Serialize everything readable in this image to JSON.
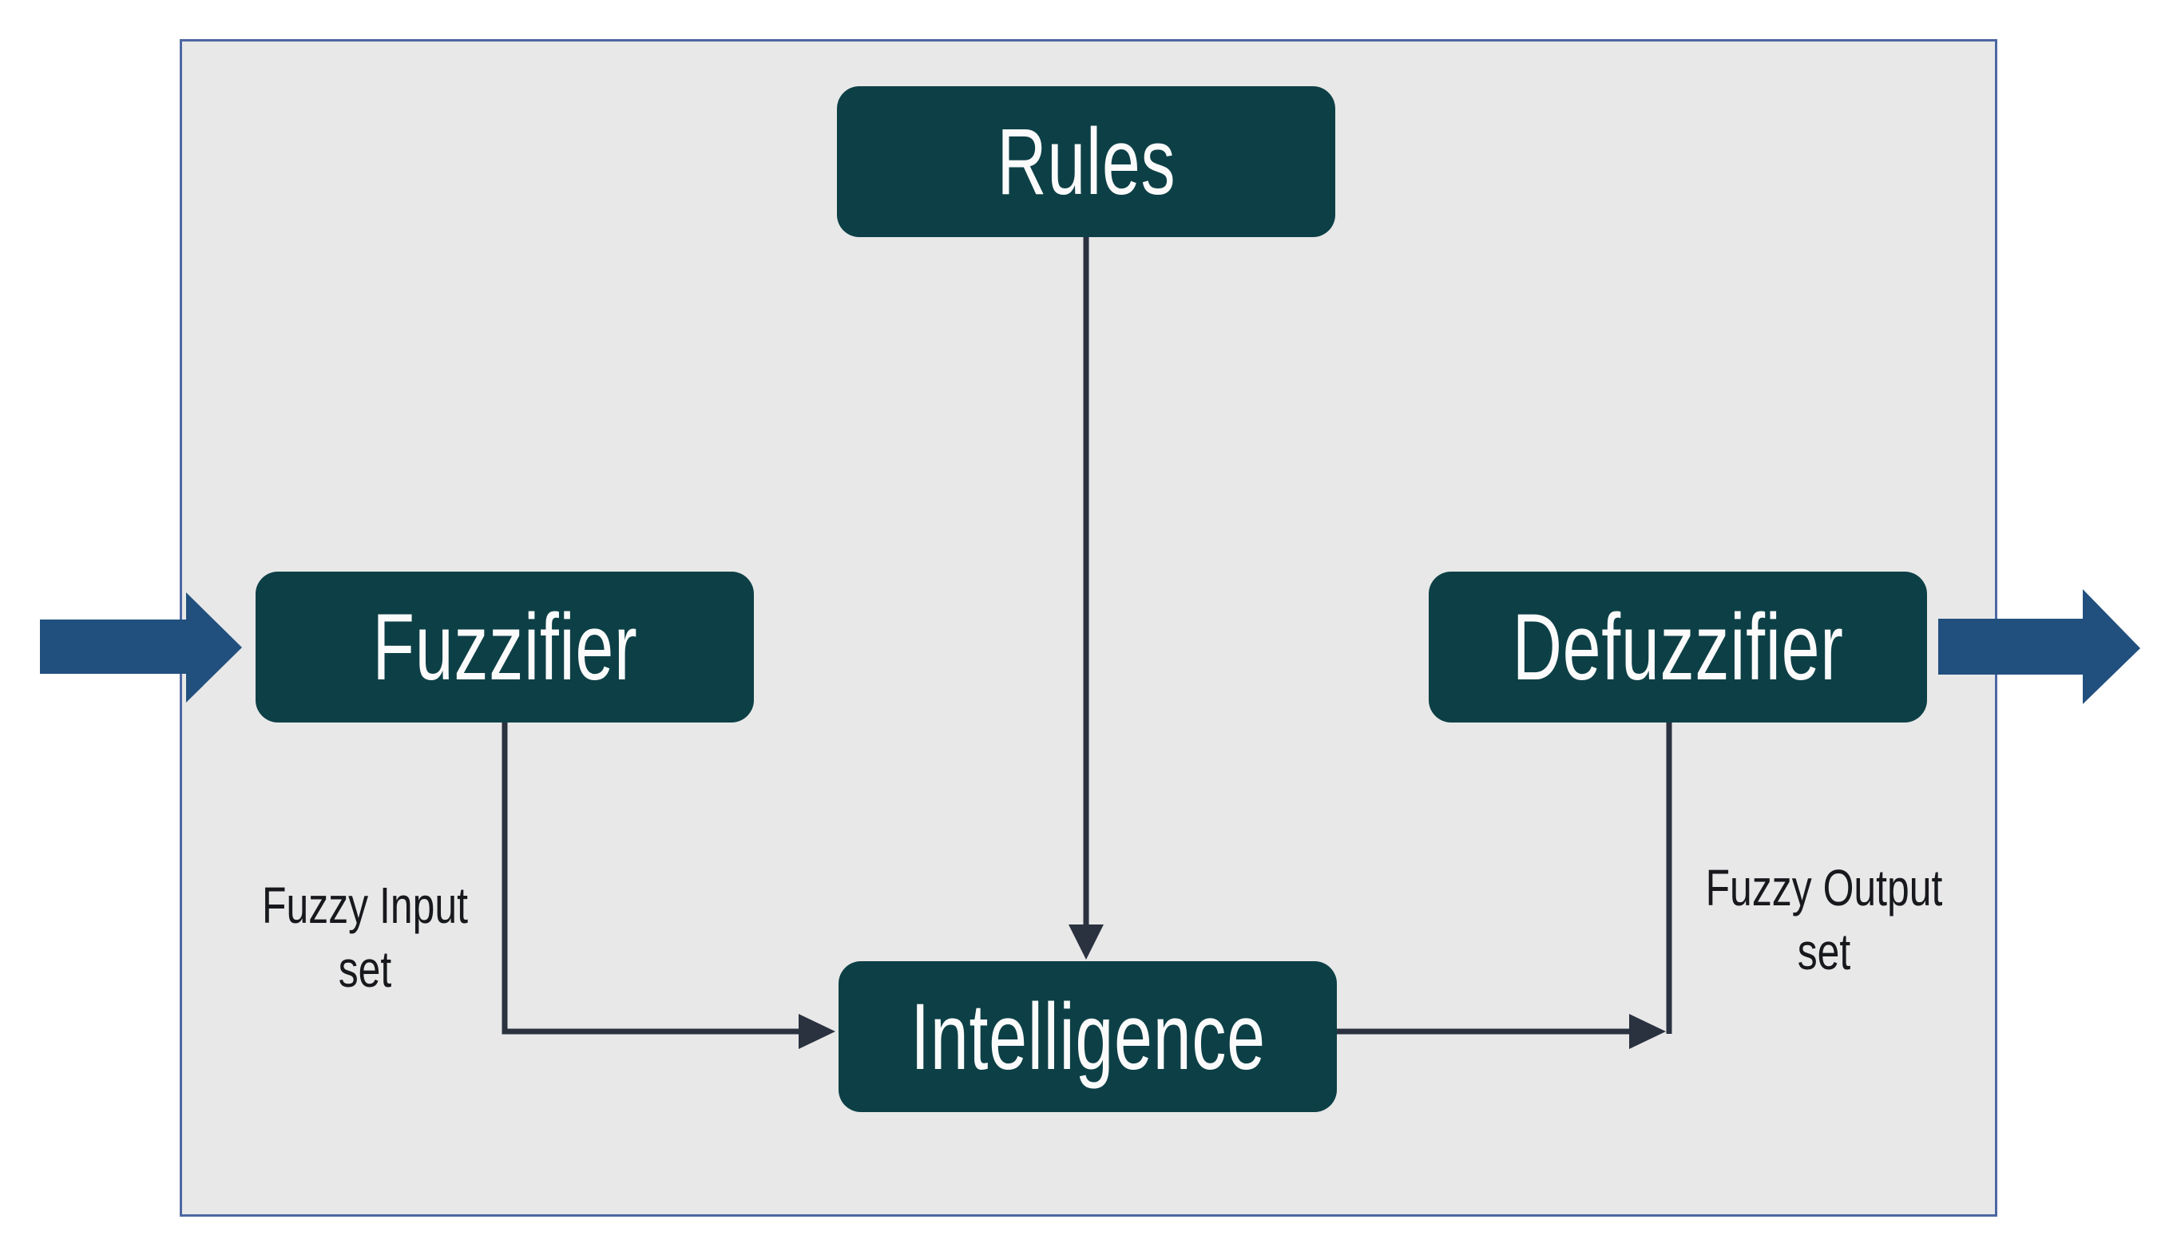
{
  "diagram": {
    "nodes": {
      "rules": {
        "label": "Rules"
      },
      "fuzzifier": {
        "label": "Fuzzifier"
      },
      "defuzzifier": {
        "label": "Defuzzifier"
      },
      "intelligence": {
        "label": "Intelligence"
      }
    },
    "edge_labels": {
      "fuzzy_input": {
        "line1": "Fuzzy Input",
        "line2": "set"
      },
      "fuzzy_output": {
        "line1": "Fuzzy Output",
        "line2": "set"
      }
    },
    "colors": {
      "canvas_bg": "#ffffff",
      "panel_fill": "#e8e8e8",
      "panel_border": "#4c68a2",
      "node_fill": "#0d4046",
      "node_text": "#fbfbfb",
      "connector": "#2a3240",
      "label_text": "#17191d",
      "flow_arrow": "#21507e"
    }
  }
}
